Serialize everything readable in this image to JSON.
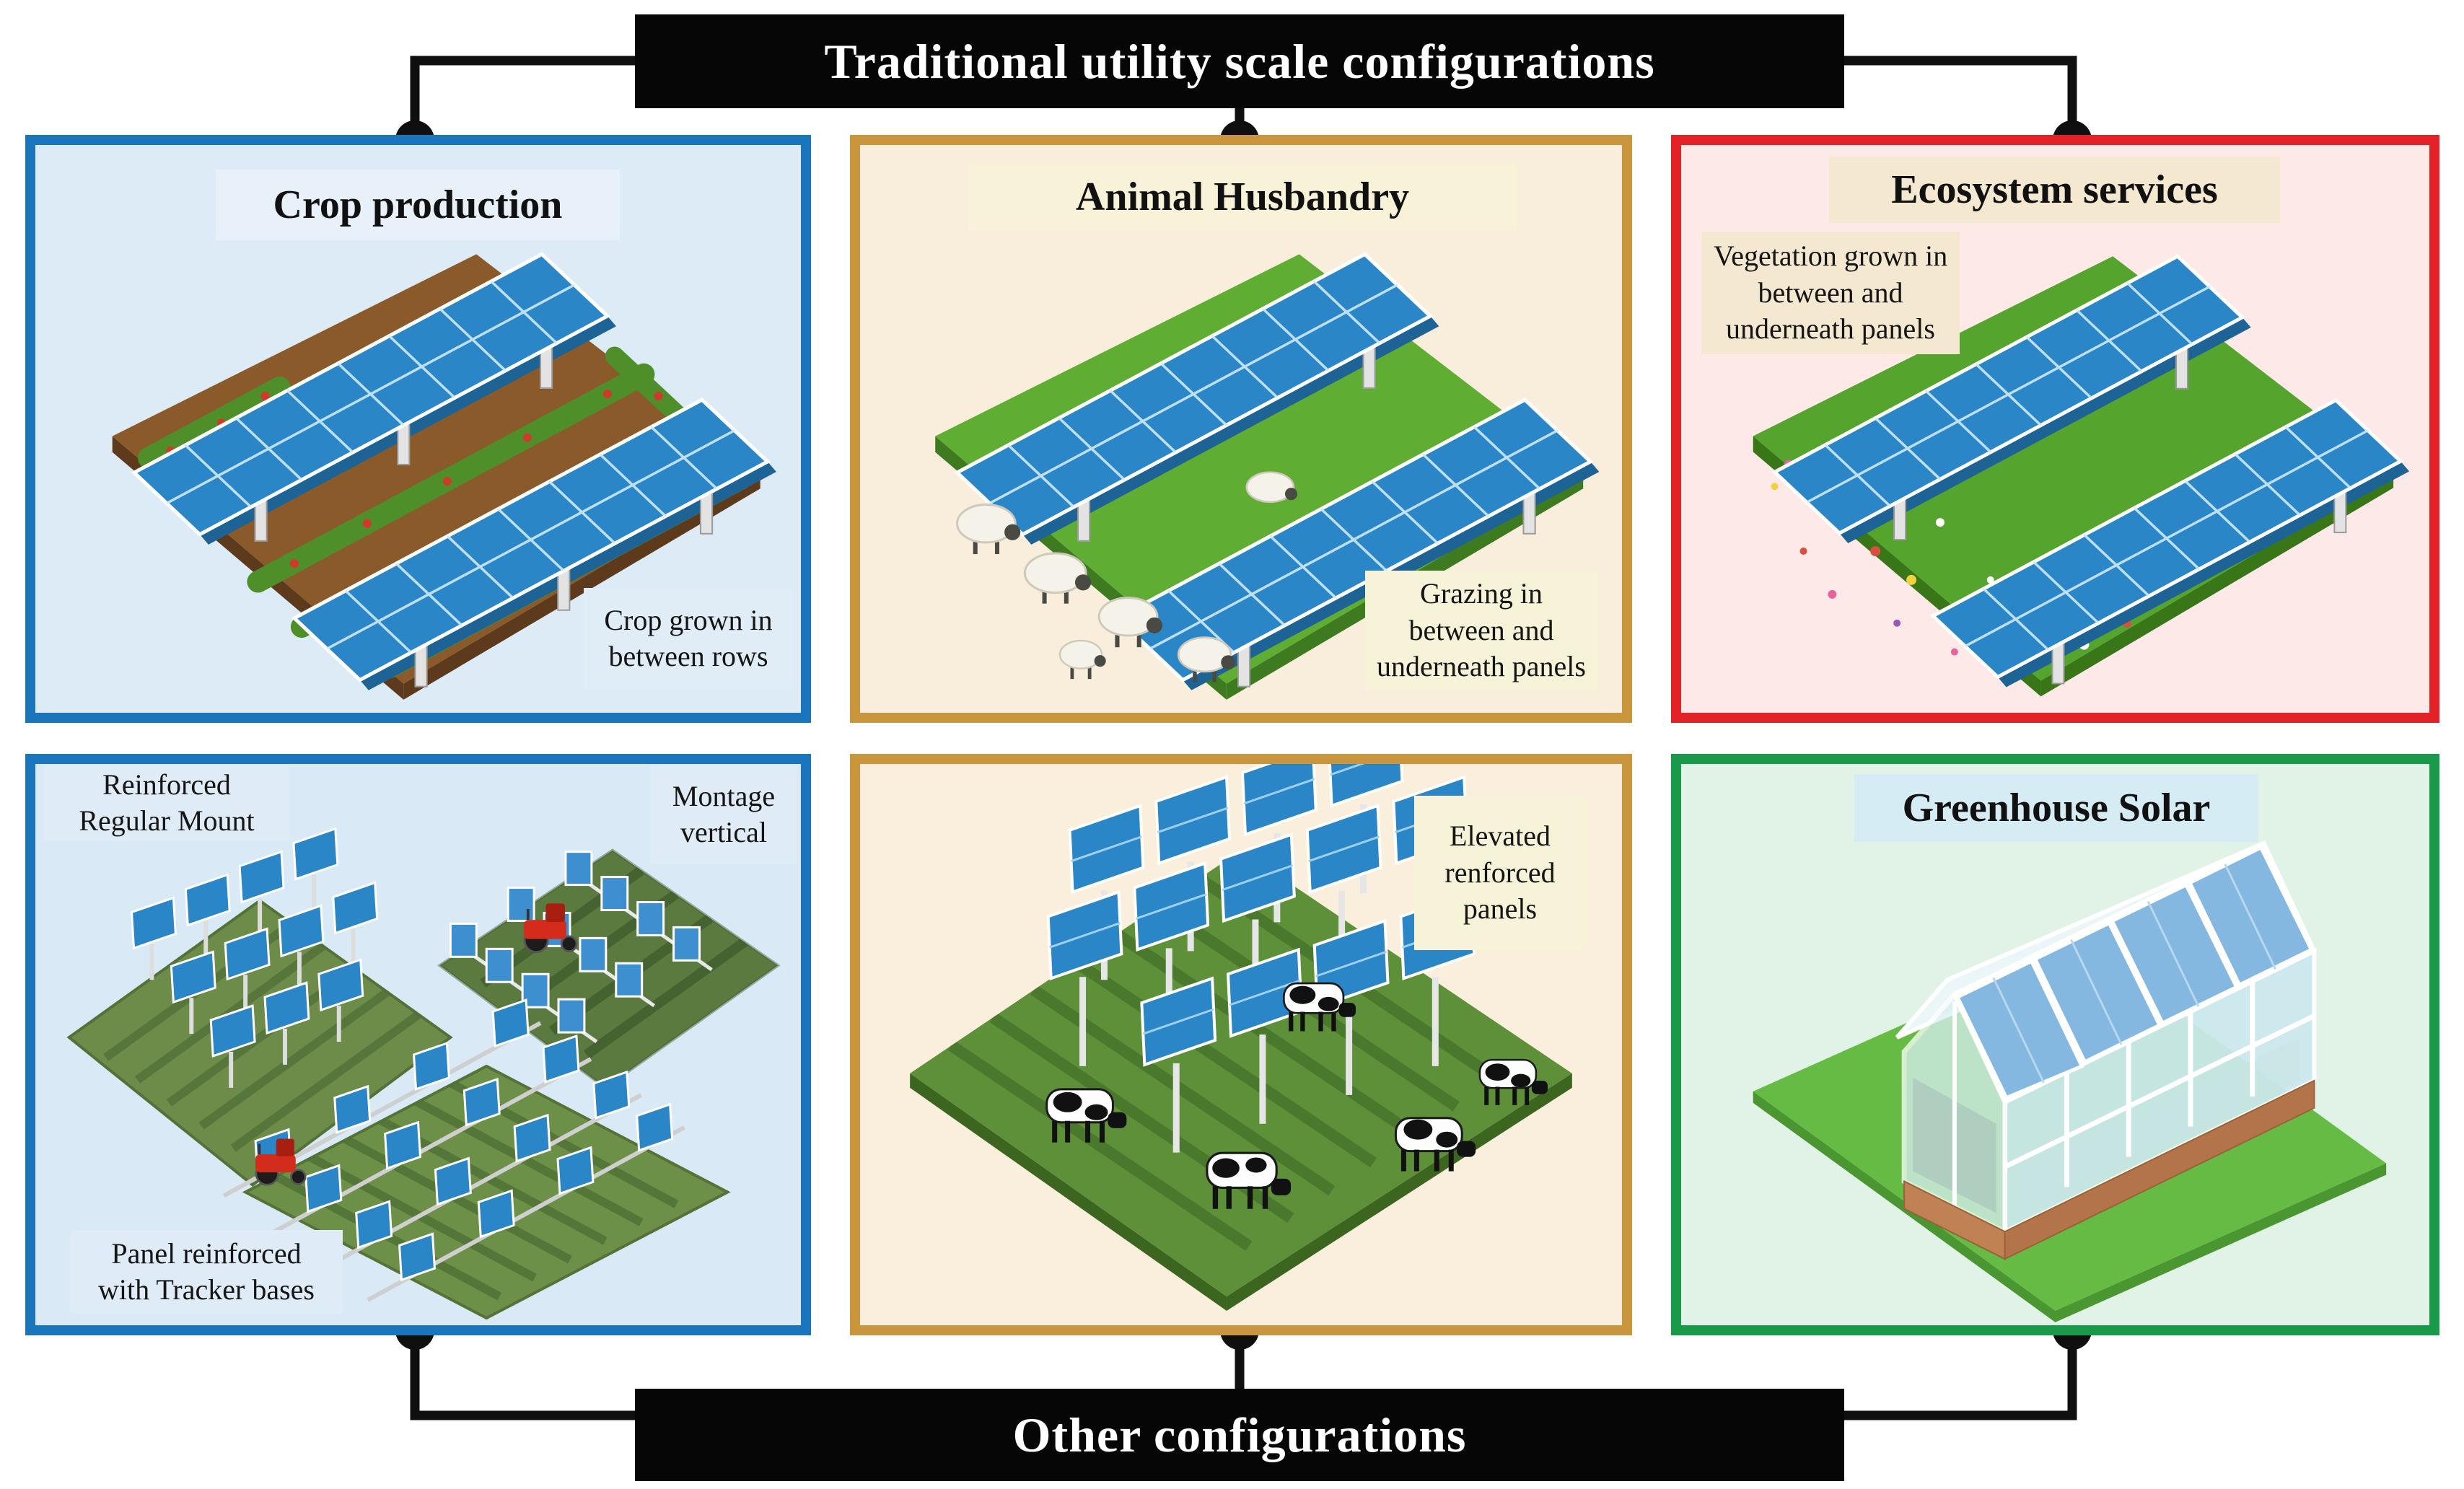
{
  "figure": {
    "top_banner": "Traditional utility scale configurations",
    "bottom_banner": "Other configurations"
  },
  "cards": [
    {
      "title": "Crop production",
      "caption": "Crop grown in\nbetween rows",
      "border_color": "#1b75bc",
      "bg_color": "#dcebf5",
      "scene": "solar-panel-rows-over-crop-field"
    },
    {
      "title": "Animal Husbandry",
      "caption": "Grazing in\nbetween and\nunderneath panels",
      "border_color": "#c9963e",
      "bg_color": "#f9eedb",
      "scene": "solar-panel-rows-with-grazing-sheep"
    },
    {
      "title": "Ecosystem services",
      "caption": "Vegetation grown in\nbetween and\nunderneath panels",
      "border_color": "#e32227",
      "bg_color": "#fce9e8",
      "scene": "solar-panel-rows-over-wildflower-meadow"
    },
    {
      "labels": {
        "top_left": "Reinforced\nRegular  Mount",
        "top_right": "Montage\nvertical",
        "bottom": "Panel reinforced\nwith Tracker bases"
      },
      "border_color": "#1b75bc",
      "bg_color": "#d9e9f5",
      "scene": "mounting-variants-with-tractors"
    },
    {
      "caption": "Elevated\nrenforced\npanels",
      "border_color": "#c9963e",
      "bg_color": "#faeedd",
      "scene": "elevated-panels-with-cows"
    },
    {
      "title": "Greenhouse Solar",
      "border_color": "#189a4a",
      "bg_color": "#e1f2e7",
      "scene": "solar-greenhouse-on-grass"
    }
  ],
  "palette": {
    "connector": "#0f0f0f",
    "banner_bg": "#060606",
    "banner_text": "#ffffff",
    "panel_blue": "#2b86c8",
    "blue_border": "#1b75bc",
    "gold_border": "#c9963e",
    "red_border": "#e32227",
    "green_border": "#189a4a"
  }
}
